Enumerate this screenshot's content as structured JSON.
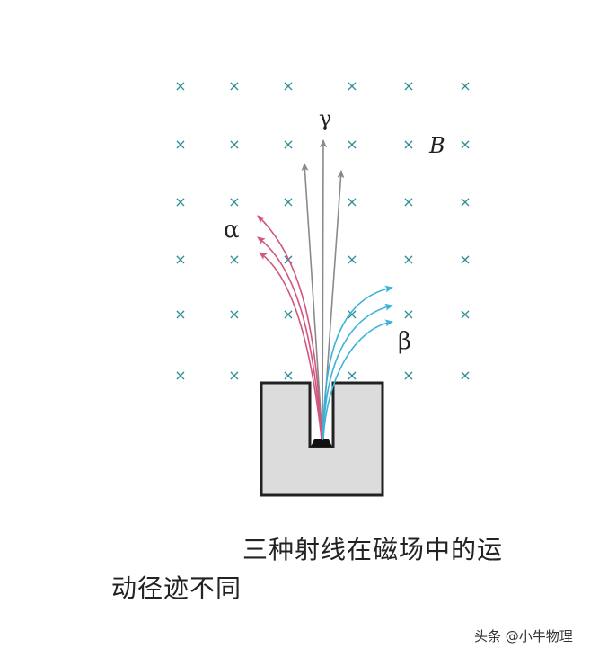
{
  "diagram": {
    "labels": {
      "gamma": "γ",
      "alpha": "α",
      "beta": "β",
      "field": "B"
    },
    "field_symbol": "×",
    "colors": {
      "field": "#2a8f95",
      "gamma": "#8a8a8a",
      "alpha": "#d0567e",
      "beta": "#3bb3d8",
      "source_box": "#dcdcdc",
      "outline": "#222222"
    }
  },
  "caption": {
    "line1": "三种射线在磁场中的运",
    "line2": "动径迹不同"
  },
  "watermark": "头条 @小牛物理"
}
